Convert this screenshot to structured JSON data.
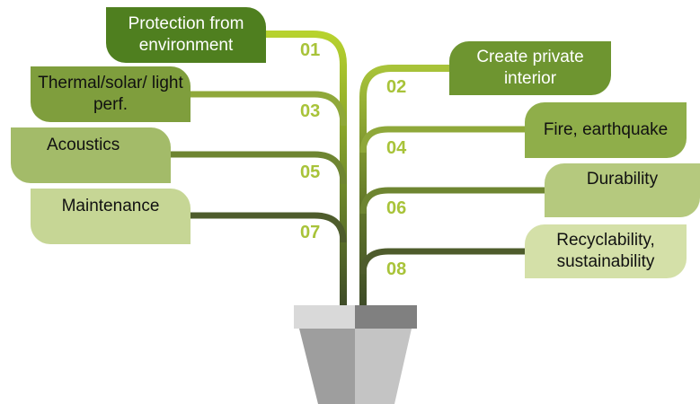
{
  "items": [
    {
      "number": "01",
      "label": "Protection from environment"
    },
    {
      "number": "02",
      "label": "Create private interior"
    },
    {
      "number": "03",
      "label": "Thermal/solar/ light perf."
    },
    {
      "number": "04",
      "label": "Fire, earthquake"
    },
    {
      "number": "05",
      "label": "Acoustics"
    },
    {
      "number": "06",
      "label": "Durability"
    },
    {
      "number": "07",
      "label": "Maintenance"
    },
    {
      "number": "08",
      "label": "Recyclability, sustainability"
    }
  ],
  "colors": {
    "leaf_dark": "#4f7f1f",
    "leaf_mid": "#7f9e3d",
    "leaf_light": "#a3bb69",
    "leaf_pale": "#c6d695",
    "number": "#a8c339",
    "pot_light": "#bdbdbd",
    "pot_dark": "#8a8a8a"
  },
  "icons": {
    "pot": "flower-pot-icon"
  }
}
